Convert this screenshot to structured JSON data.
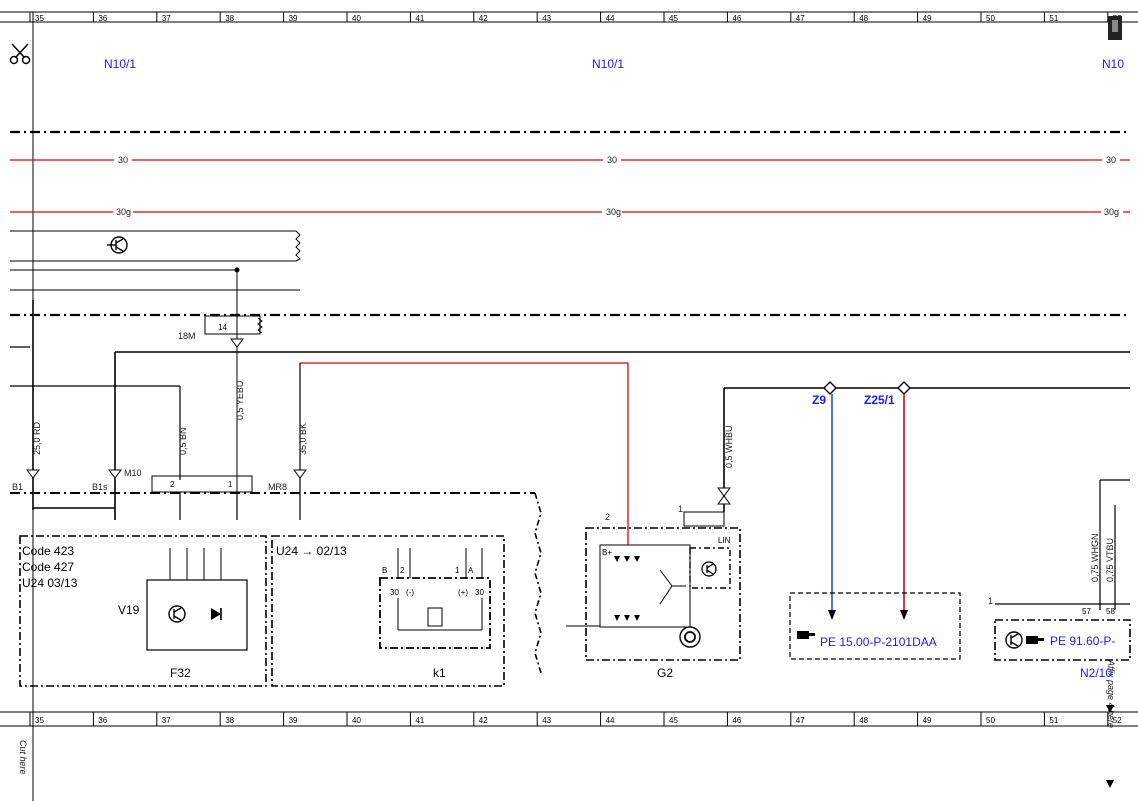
{
  "ruler": {
    "columns": [
      "35",
      "36",
      "37",
      "38",
      "39",
      "40",
      "41",
      "42",
      "43",
      "44",
      "45",
      "46",
      "47",
      "48",
      "49",
      "50",
      "51",
      "52"
    ]
  },
  "connectors_top": {
    "left": "N10/1",
    "middle": "N10/1",
    "right": "N10"
  },
  "bus_lines": {
    "line30": [
      "30",
      "30",
      "30"
    ],
    "line30g": [
      "30g",
      "30g",
      "30g"
    ]
  },
  "labels": {
    "ground_18m": "18M",
    "pin14": "14",
    "b1": "B1",
    "b1s": "B1s",
    "m10": "M10",
    "mr8": "MR8",
    "pin2_f32": "2",
    "pin1_f32": "1",
    "z9": "Z9",
    "z25": "Z25/1",
    "g2_pin2": "2",
    "g2_pin1": "1",
    "lin": "LIN",
    "pin57": "57",
    "pin58": "58",
    "pin1_n2": "1"
  },
  "wires": {
    "w_25rd": "25,0 RD",
    "w_05bn": "0,5 BN",
    "w_05yebu": "0,5 YEBU",
    "w_35bk": "35,0 BK",
    "w_05whbu": "0,5 WHBU",
    "w_075whgn": "0,75 WHGN",
    "w_075vtbu": "0,75 VTBU"
  },
  "boxes": {
    "f32": {
      "code1": "Code 423",
      "code2": "Code 427",
      "code3": "U24  03/13",
      "component": "V19",
      "name": "F32"
    },
    "k1": {
      "code": "U24 → 02/13",
      "name": "k1",
      "pins": [
        "B",
        "2",
        "1",
        "A"
      ],
      "sub_pins": [
        "30",
        "(-)",
        "(+)",
        "30"
      ]
    },
    "g2": {
      "name": "G2",
      "bplus": "B+"
    },
    "pe1": {
      "text": "PE 15.00-P-2101DAA"
    },
    "pe2": {
      "text": "PE 91.60-P-",
      "name": "N2/10"
    }
  },
  "side_text": {
    "cut_here": "Cut here",
    "affix": "Affix page 4 here"
  },
  "colors": {
    "red_wire": "#e00000",
    "blue_wire": "#1a4fff",
    "label_blue": "#1a1aff"
  }
}
